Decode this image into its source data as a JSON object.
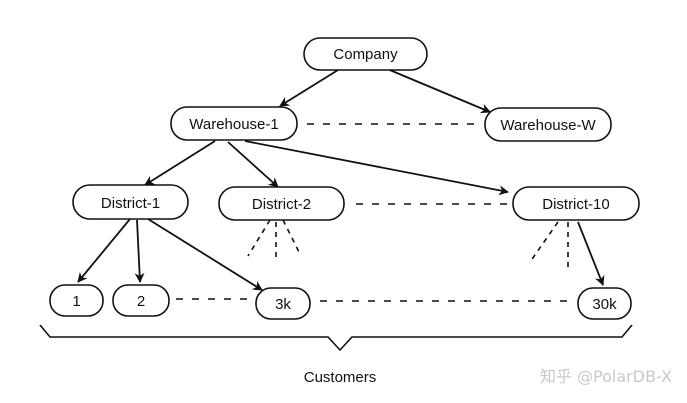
{
  "diagram": {
    "nodes": {
      "company": "Company",
      "warehouse_1": "Warehouse-1",
      "warehouse_w": "Warehouse-W",
      "district_1": "District-1",
      "district_2": "District-2",
      "district_10": "District-10",
      "customer_1": "1",
      "customer_2": "2",
      "customer_3k": "3k",
      "customer_30k": "30k"
    },
    "caption": "Customers"
  },
  "watermark": "知乎 @PolarDB-X"
}
